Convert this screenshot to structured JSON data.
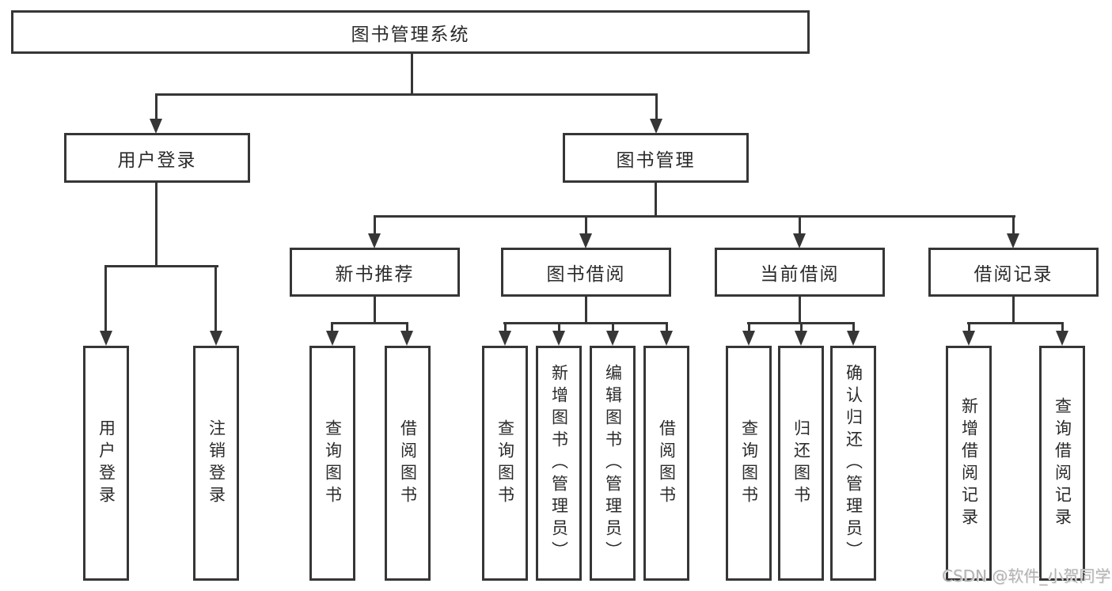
{
  "diagram": {
    "type": "org-tree",
    "colors": {
      "line": "#363636",
      "text": "#2b2b2b",
      "background": "#ffffff",
      "watermark": "#b3b3b3"
    }
  },
  "root": {
    "label": "图书管理系统",
    "children": [
      {
        "label": "用户登录",
        "children": [
          {
            "label": "用户登录"
          },
          {
            "label": "注销登录"
          }
        ]
      },
      {
        "label": "图书管理",
        "children": [
          {
            "label": "新书推荐",
            "children": [
              {
                "label": "查询图书"
              },
              {
                "label": "借阅图书"
              }
            ]
          },
          {
            "label": "图书借阅",
            "children": [
              {
                "label": "查询图书"
              },
              {
                "label": "新增图书（管理员）"
              },
              {
                "label": "编辑图书（管理员）"
              },
              {
                "label": "借阅图书"
              }
            ]
          },
          {
            "label": "当前借阅",
            "children": [
              {
                "label": "查询图书"
              },
              {
                "label": "归还图书"
              },
              {
                "label": "确认归还（管理员）"
              }
            ]
          },
          {
            "label": "借阅记录",
            "children": [
              {
                "label": "新增借阅记录"
              },
              {
                "label": "查询借阅记录"
              }
            ]
          }
        ]
      }
    ]
  },
  "watermark": {
    "text": "CSDN @软件_小贺同学"
  }
}
